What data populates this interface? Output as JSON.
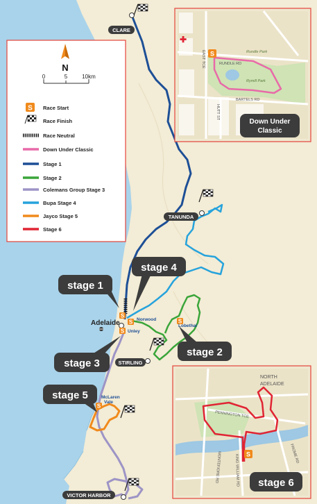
{
  "towns": {
    "clare": "CLARE",
    "tanunda": "TANUNDA",
    "adelaide": "Adelaide",
    "norwood": "Norwood",
    "unley": "Unley",
    "lobethal": "Lobethal",
    "stirling": "STIRLING",
    "mclaren_line1": "McLaren",
    "mclaren_line2": "Vale",
    "victor": "VICTOR HARBOR"
  },
  "compass": {
    "letter": "N"
  },
  "scale": {
    "t0": "0",
    "t1": "5",
    "t2": "10km"
  },
  "legend": {
    "start_icon_letter": "S",
    "items": [
      {
        "label": "Race Start"
      },
      {
        "label": "Race Finish"
      },
      {
        "label": "Race Neutral"
      },
      {
        "label": "Down Under Classic",
        "color": "#e86aa8"
      },
      {
        "label": "Stage 1",
        "color": "#1d4f96"
      },
      {
        "label": "Stage 2",
        "color": "#3aa53a"
      },
      {
        "label": "Colemans Group Stage 3",
        "color": "#9d94c6"
      },
      {
        "label": "Bupa Stage 4",
        "color": "#26a3dc"
      },
      {
        "label": "Jayco Stage 5",
        "color": "#f08a1c"
      },
      {
        "label": "Stage 6",
        "color": "#e02534"
      }
    ]
  },
  "callouts": {
    "stage1": "stage 1",
    "stage2": "stage 2",
    "stage3": "stage 3",
    "stage4": "stage 4",
    "stage5": "stage 5",
    "stage6": "stage 6"
  },
  "inset_top": {
    "title_line1": "Down Under",
    "title_line2": "Classic",
    "streets": {
      "east_tce": "EAST TCE",
      "rundle_rd": "RUNDLE RD",
      "rundle_park": "Rundle Park",
      "rymill_park": "Rymill Park",
      "bartels_rd": "BARTELS RD",
      "hutt_st": "HUTT ST"
    }
  },
  "inset_bottom": {
    "north_adelaide_l1": "NORTH",
    "north_adelaide_l2": "ADELAIDE",
    "streets": {
      "pennington": "PENNINGTON TCE",
      "frome": "FROME RD",
      "montefiore": "MONTEFIORE RD",
      "king_william": "KING WILLIAM RD"
    }
  },
  "colors": {
    "sea": "#a9d3ea",
    "land": "#f3ecd6",
    "callout_bg": "#3c3c3c",
    "start_orange": "#f08a1c"
  }
}
